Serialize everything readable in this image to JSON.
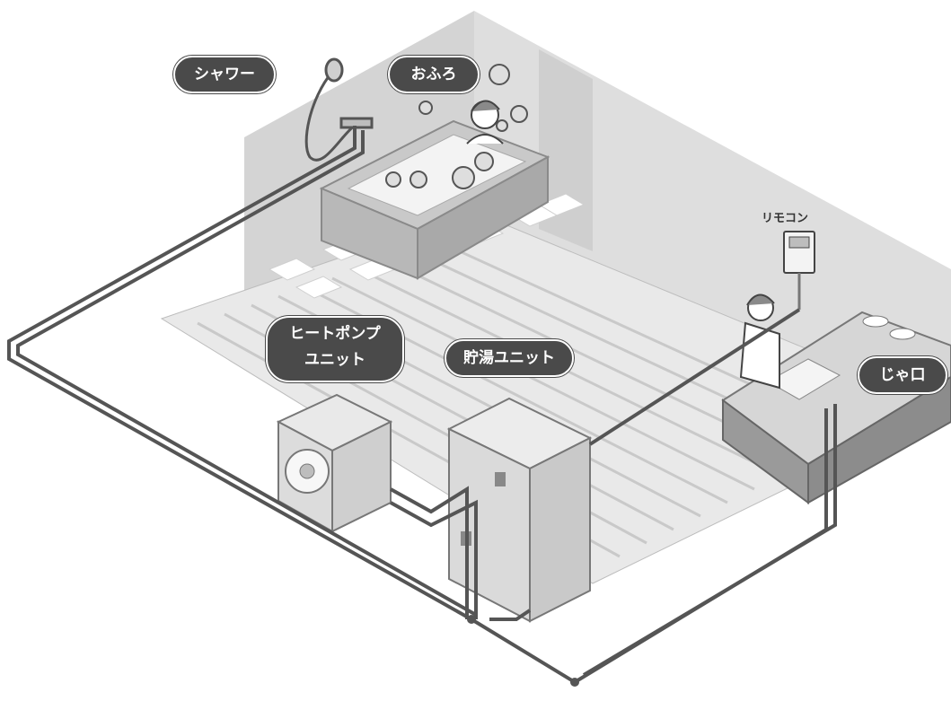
{
  "labels": {
    "shower": "シャワー",
    "bath": "おふろ",
    "remote": "リモコン",
    "heat_pump_line1": "ヒートポンプ",
    "heat_pump_line2": "ユニット",
    "storage_unit": "貯湯ユニット",
    "faucet": "じゃ口"
  },
  "colors": {
    "callout_bg": "#4a4a4a",
    "wall": "#d9d9d9",
    "wall_dark": "#c4c4c4",
    "floor": "#e6e6e6",
    "pipe": "#555555"
  },
  "icons": [
    "shower-icon",
    "bathtub-icon",
    "person-in-bath-icon",
    "remote-control-icon",
    "heat-pump-unit-icon",
    "hot-water-tank-icon",
    "kitchen-counter-icon",
    "person-cooking-icon"
  ]
}
